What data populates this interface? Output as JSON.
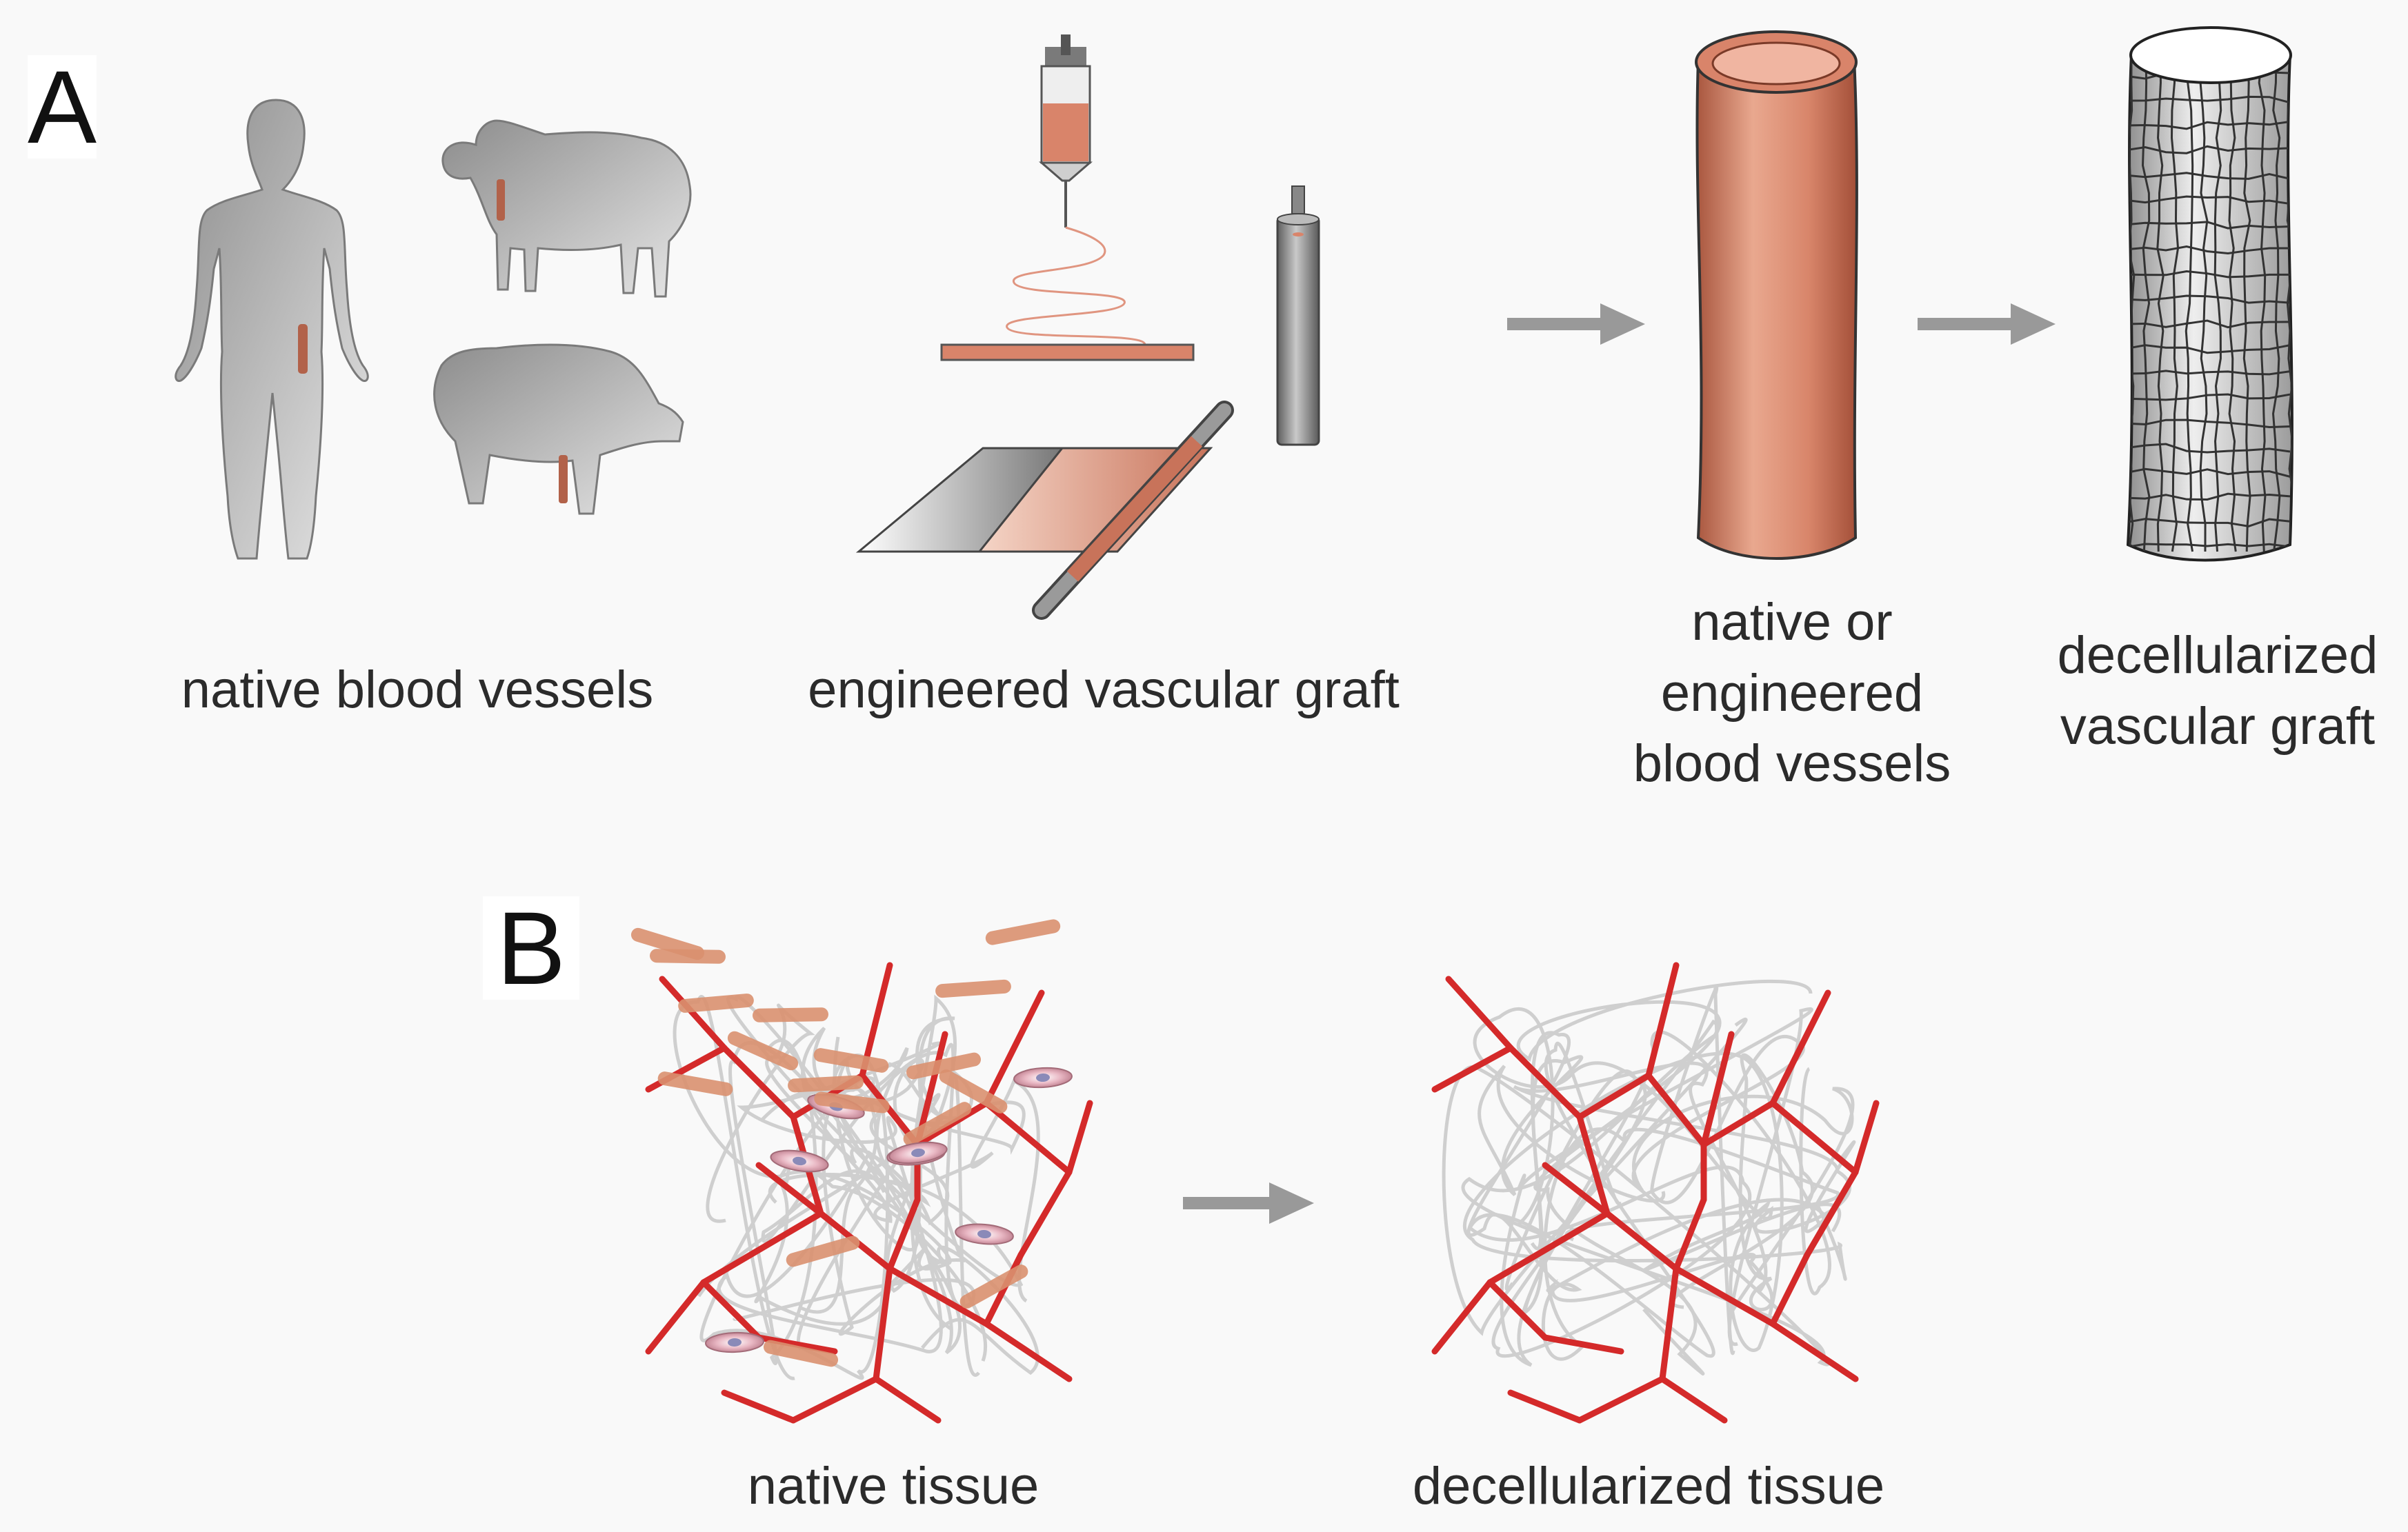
{
  "panels": {
    "a": {
      "letter": "A",
      "captions": {
        "native_vessels": "native blood vessels",
        "engineered_graft": "engineered vascular graft",
        "native_or_engineered": [
          "native or",
          "engineered",
          "blood vessels"
        ],
        "decellularized_graft": [
          "decellularized",
          "vascular graft"
        ]
      }
    },
    "b": {
      "letter": "B",
      "captions": {
        "native_tissue": "native tissue",
        "decellularized_tissue": "decellularized tissue"
      }
    }
  },
  "colors": {
    "background": "#f9f9f9",
    "arrow": "#999999",
    "vessel_salmon": "#d98a6f",
    "fiber_red": "#d42a2a",
    "fiber_gray": "#d0d0d0",
    "silhouette_gray": "#a8a8a8",
    "mesh_line": "#333333"
  }
}
